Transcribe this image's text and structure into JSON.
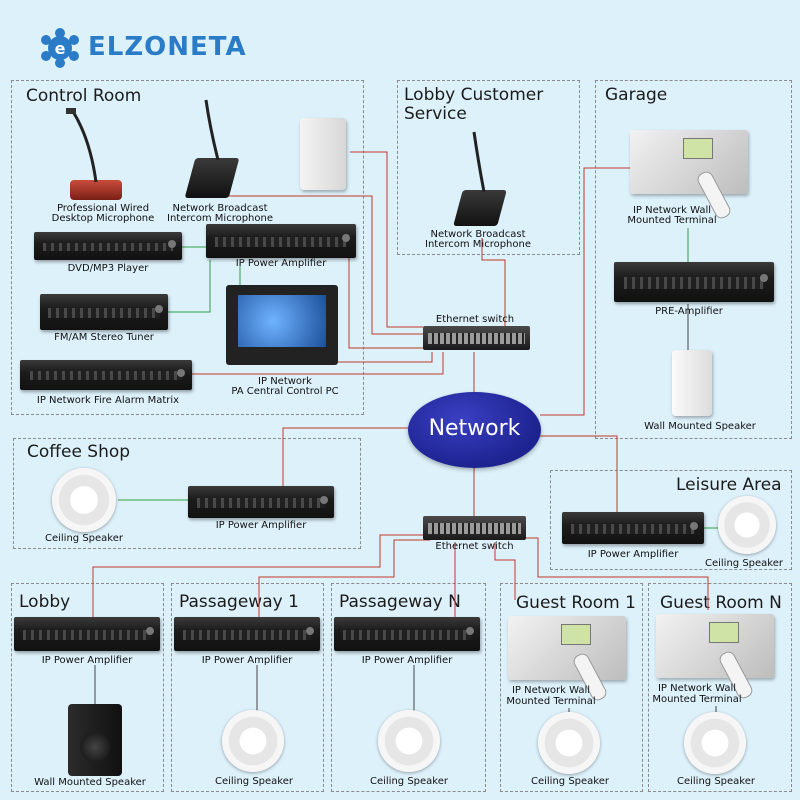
{
  "brand": {
    "name": "ELZONETA",
    "logo_color": "#2a7cc7"
  },
  "colors": {
    "background": "#ddf1fb",
    "wire": "#c0392b",
    "wire_green": "#2ea043",
    "network_bubble": "#23279a"
  },
  "network_label": "Network",
  "zones": {
    "control_room": {
      "title": "Control Room",
      "items": {
        "desktop_mic": [
          "Professional Wired",
          "Desktop Microphone"
        ],
        "intercom_mic": [
          "Network Broadcast",
          "Intercom Microphone"
        ],
        "dvd": "DVD/MP3 Player",
        "amp": "IP Power Amplifier",
        "tuner": "FM/AM Stereo Tuner",
        "pc": [
          "IP Network",
          "PA Central Control PC"
        ],
        "fire": "IP Network Fire Alarm Matrix"
      }
    },
    "lobby_cs": {
      "title": [
        "Lobby Customer",
        "Service"
      ],
      "items": {
        "mic": [
          "Network Broadcast",
          "Intercom Microphone"
        ]
      }
    },
    "garage": {
      "title": "Garage",
      "items": {
        "terminal": [
          "IP Network Wall",
          "Mounted Terminal"
        ],
        "pre": "PRE-Amplifier",
        "speaker": "Wall Mounted Speaker"
      }
    },
    "coffee": {
      "title": "Coffee Shop",
      "items": {
        "speaker": "Ceiling Speaker",
        "amp": "IP Power Amplifier"
      }
    },
    "leisure": {
      "title": "Leisure Area",
      "items": {
        "amp": "IP Power Amplifier",
        "speaker": "Ceiling Speaker"
      }
    },
    "lobby": {
      "title": "Lobby",
      "items": {
        "amp": "IP Power Amplifier",
        "speaker": "Wall Mounted Speaker"
      }
    },
    "pass1": {
      "title": "Passageway 1",
      "items": {
        "amp": "IP Power Amplifier",
        "speaker": "Ceiling Speaker"
      }
    },
    "passN": {
      "title": "Passageway N",
      "items": {
        "amp": "IP Power Amplifier",
        "speaker": "Ceiling Speaker"
      }
    },
    "guest1": {
      "title": "Guest Room 1",
      "items": {
        "terminal": [
          "IP Network Wall",
          "Mounted Terminal"
        ],
        "speaker": "Ceiling Speaker"
      }
    },
    "guestN": {
      "title": "Guest Room N",
      "items": {
        "terminal": [
          "IP Network Wall",
          "Mounted Terminal"
        ],
        "speaker": "Ceiling Speaker"
      }
    }
  },
  "switches": {
    "top": "Ethernet switch",
    "bottom": "Ethernet switch"
  }
}
